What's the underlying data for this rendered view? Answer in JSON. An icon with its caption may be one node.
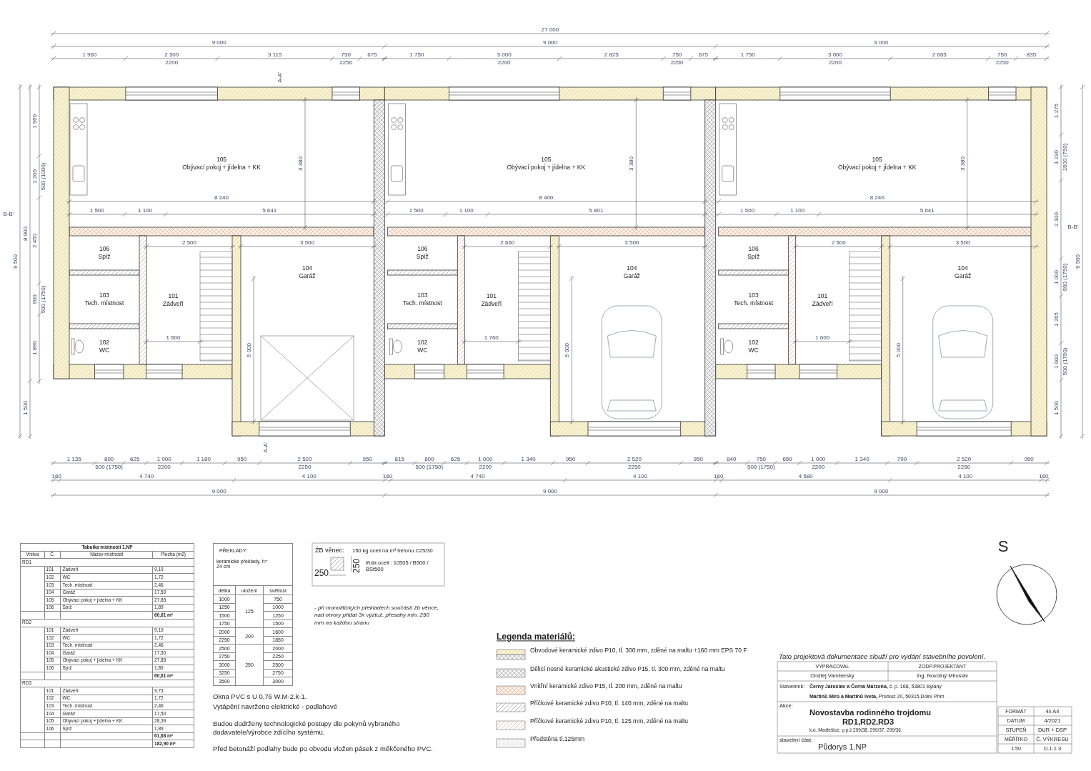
{
  "diagram": {
    "nodes": [
      {
        "text": [
          "105",
          "Obývací pokoj + jídelna + KK"
        ]
      },
      {
        "text": [
          "106",
          "Spíž"
        ]
      },
      {
        "text": [
          "101",
          "Zádveří"
        ]
      },
      {
        "text": [
          "104",
          "Garáž"
        ]
      },
      {
        "text": [
          "103",
          "Tech. místnost"
        ]
      },
      {
        "text": [
          "102",
          "WC"
        ]
      },
      {
        "text": [
          "105",
          "Obývací pokoj + jídelna + KK"
        ]
      },
      {
        "text": [
          "106",
          "Spíž"
        ]
      },
      {
        "text": [
          "101",
          "Zádveří"
        ]
      },
      {
        "text": [
          "104",
          "Garáž"
        ]
      },
      {
        "text": [
          "103",
          "Tech. místnost"
        ]
      },
      {
        "text": [
          "102",
          "WC"
        ]
      },
      {
        "text": [
          "105",
          "Obývací pokoj + jídelna + KK"
        ]
      },
      {
        "text": [
          "106",
          "Spíž"
        ]
      },
      {
        "text": [
          "101",
          "Zádveří"
        ]
      },
      {
        "text": [
          "104",
          "Garáž"
        ]
      },
      {
        "text": [
          "103",
          "Tech. místnost"
        ]
      },
      {
        "text": [
          "102",
          "WC"
        ]
      }
    ],
    "labels": [
      "27 000",
      "9 000",
      "9 000",
      "9 000",
      "1 960",
      "2 500",
      "2200",
      "3 115",
      "750",
      "2250",
      "675",
      "1 750",
      "3 000",
      "2200",
      "2 825",
      "750",
      "2250",
      "675",
      "1 750",
      "3 000",
      "2200",
      "2 665",
      "750",
      "2250",
      "835",
      "A-A'",
      "9 500",
      "8 000",
      "1 500",
      "1 960",
      "1 200",
      "500 (1000)",
      "2 450",
      "900",
      "500 (1750)",
      "1 890",
      "B-B'",
      "8 240",
      "1 500",
      "1 100",
      "5 641",
      "3 380",
      "2 500",
      "1 600",
      "3 500",
      "5 000",
      "8 400",
      "1 500",
      "1 100",
      "5 801",
      "3 380",
      "2 660",
      "1 760",
      "3 500",
      "5 000",
      "8 240",
      "1 500",
      "1 100",
      "5 641",
      "3 380",
      "2 500",
      "1 600",
      "3 500",
      "5 000",
      "1 275",
      "1 230",
      "1500 (750)",
      "2 100",
      "1 000",
      "500 (1750)",
      "1 265",
      "1 000",
      "500 (1750)",
      "1 500",
      "9 500",
      "B-B'",
      "1 135",
      "800",
      "500 (1750)",
      "625",
      "1 000",
      "2200",
      "1 180",
      "950",
      "2 520",
      "2250",
      "950",
      "815",
      "800",
      "500 (1750)",
      "625",
      "1 000",
      "2200",
      "1 340",
      "950",
      "2 520",
      "2250",
      "950",
      "840",
      "750",
      "500 (1750)",
      "650",
      "1 000",
      "2200",
      "1 340",
      "790",
      "2 520",
      "2250",
      "950",
      "A-A'",
      "160",
      "4 740",
      "4 100",
      "160",
      "4 740",
      "4 100",
      "160",
      "4 580",
      "4 100",
      "160",
      "9 000",
      "9 000",
      "9 000",
      "Tabulka místností 1.NP",
      "Vrstva",
      "Č.",
      "Název místnosti",
      "Plocha (m2)",
      "RD1",
      "101",
      "Zádveří",
      "9,19",
      "102",
      "WC",
      "1,72",
      "103",
      "Tech. místnost",
      "2,46",
      "104",
      "Garáž",
      "17,50",
      "105",
      "Obývací pokoj + jídelna + KK",
      "27,85",
      "106",
      "Spíž",
      "1,89",
      "60,61 m²",
      "RD2",
      "101",
      "Zádveří",
      "9,19",
      "102",
      "WC",
      "1,72",
      "103",
      "Tech. místnost",
      "2,46",
      "104",
      "Garáž",
      "17,50",
      "105",
      "Obývací pokoj + jídelna + KK",
      "27,85",
      "106",
      "Spíž",
      "1,89",
      "60,61 m²",
      "RD3",
      "101",
      "Zádveří",
      "9,73",
      "102",
      "WC",
      "1,72",
      "103",
      "Tech. místnost",
      "2,46",
      "104",
      "Garáž",
      "17,50",
      "105",
      "Obývací pokoj + jídelna + KK",
      "28,39",
      "106",
      "Spíž",
      "1,89",
      "61,68 m²",
      "182,90 m²",
      "PŘEKLADY:",
      "keramické překlady, h= 24 cm",
      "délka",
      "uložení",
      "světlost",
      "1000",
      "125",
      "750",
      "1250",
      "1000",
      "1500",
      "1250",
      "1750",
      "1500",
      "2000",
      "200",
      "1600",
      "2250",
      "1850",
      "2500",
      "250",
      "2000",
      "2750",
      "2250",
      "3000",
      "2500",
      "3250",
      "2750",
      "3500",
      "3000",
      "ŽB věnec:",
      "150 kg oceli na m³ betonu C25/30",
      "třída oceli : 10505 / B500 / BSt500",
      "250",
      "250",
      "- při monolitických překladech součástí žb věnce, nad otvory přidat 3x výztuž, přesahy min. 250 mm na každou stranu",
      "Okna PVC s U 0,76 W.M-2.k-1.",
      "Vytápění navrženo elektrické - podlahové",
      "Budou dodrženy technologické postupy dle pokynů vybraného dodavatele/výrobce zdícího systému.",
      "Před betonáží podlahy bude po obvodu vložen pásek z měkčeného PVC.",
      "S",
      "Legenda materiálů:",
      "Tato projektová dokumentace slouží pro vydání stavebního povolení.",
      "VYPRACOVAL",
      "ZODP.PROJEKTANT",
      "Ondřej Vamberský",
      "Ing. Novotný Miroslav",
      "Stavebník:",
      "**Černý Jaroslav a Černá Marzena,** č. p. 168, 53801 Bylany",
      "**Martinů Miro a Martinů Iveta,** Probluz 20, 50315 Dolní Přím",
      "Akce:",
      "Novostavba rodinného trojdomu",
      "RD1,RD2,RD3",
      "k.ú. Medlešice, p.p.č 299/38, 299/37, 299/36",
      "stavební část:",
      "Půdorys 1.NP",
      "FORMÁT",
      "4x A4",
      "DATUM",
      "4/2021",
      "STUPEŇ",
      "DUR + DSP",
      "MĚŘÍTKO",
      "Č. VÝKRESU",
      "1:50",
      "D.1.1.3"
    ],
    "legend": [
      {
        "text": "Obvodové keramické zdivo P10, tl. 300 mm, zděné na maltu +160 mm EPS 70 F"
      },
      {
        "text": "Dělicí nosné keramické akustické zdivo P15, tl. 300 mm, zděné na maltu"
      },
      {
        "text": "Vnitřní keramické zdivo P15, tl. 200 mm, zděné na maltu"
      },
      {
        "text": "Příčkové keramické zdivo P10, tl. 140 mm, zděné na maltu"
      },
      {
        "text": "Příčkové keramické zdivo P10, tl. 125 mm, zděné na maltu"
      },
      {
        "text": "Předstěna tl.125mm"
      }
    ]
  }
}
